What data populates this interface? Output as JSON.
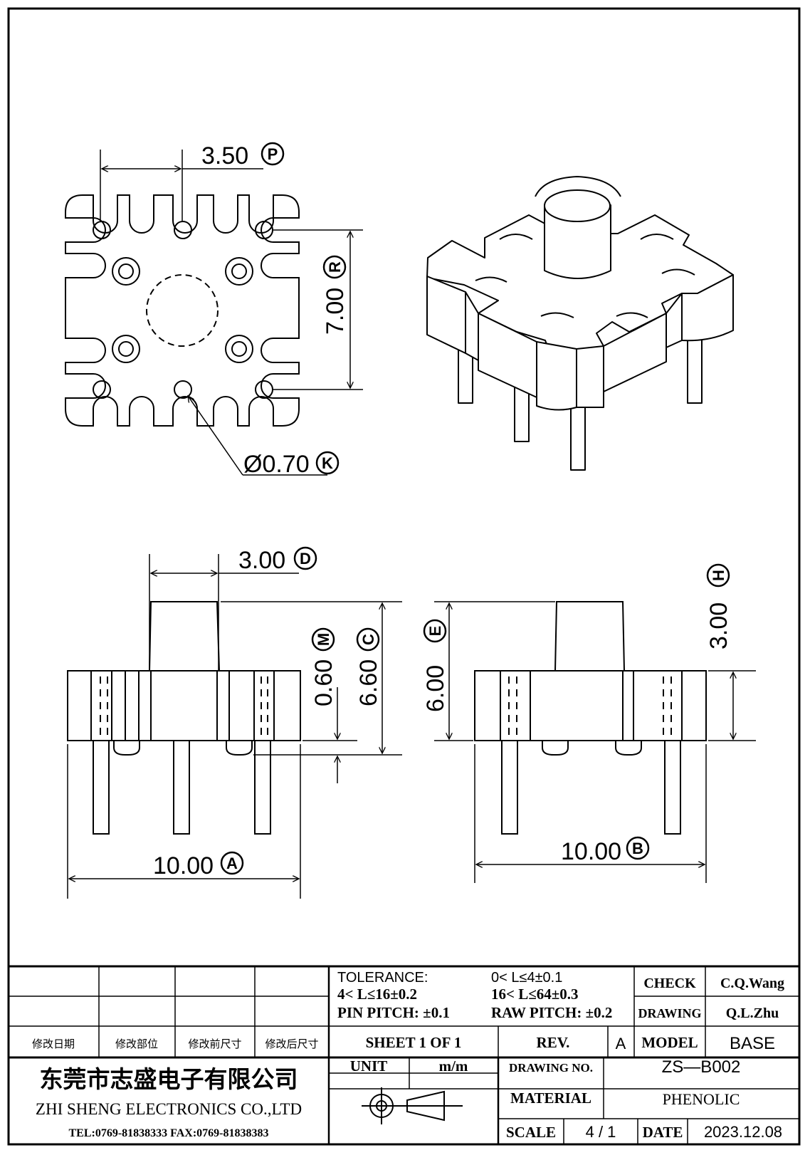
{
  "dimensions": {
    "p": {
      "value": "3.50",
      "letter": "P"
    },
    "r": {
      "value": "7.00",
      "letter": "R"
    },
    "k": {
      "value": "Ø0.70",
      "letter": "K"
    },
    "d": {
      "value": "3.00",
      "letter": "D"
    },
    "m": {
      "value": "0.60",
      "letter": "M"
    },
    "c": {
      "value": "6.60",
      "letter": "C"
    },
    "e": {
      "value": "6.00",
      "letter": "E"
    },
    "h": {
      "value": "3.00",
      "letter": "H"
    },
    "a": {
      "value": "10.00",
      "letter": "A"
    },
    "b": {
      "value": "10.00",
      "letter": "B"
    }
  },
  "title_block": {
    "revision_headers": [
      "修改日期",
      "修改部位",
      "修改前尺寸",
      "修改后尺寸"
    ],
    "tolerance_label": "TOLERANCE:",
    "tol_1": "0< L≤4±0.1",
    "tol_2": "4< L≤16±0.2",
    "tol_3": "16< L≤64±0.3",
    "pin_pitch": "PIN PITCH: ±0.1",
    "raw_pitch": "RAW PITCH: ±0.2",
    "check_label": "CHECK",
    "check_value": "C.Q.Wang",
    "drawing_label": "DRAWING",
    "drawing_value": "Q.L.Zhu",
    "sheet": "SHEET 1 OF 1",
    "rev_label": "REV.",
    "rev_value": "A",
    "model_label": "MODEL",
    "model_value": "BASE",
    "company_cn": "东莞市志盛电子有限公司",
    "company_en": "ZHI SHENG ELECTRONICS CO.,LTD",
    "contact": "TEL:0769-81838333 FAX:0769-81838383",
    "unit_label": "UNIT",
    "unit_value": "m/m",
    "drawing_no_label": "DRAWING NO.",
    "drawing_no_value": "ZS—B002",
    "material_label": "MATERIAL",
    "material_value": "PHENOLIC",
    "scale_label": "SCALE",
    "scale_value": "4 / 1",
    "date_label": "DATE",
    "date_value": "2023.12.08"
  }
}
